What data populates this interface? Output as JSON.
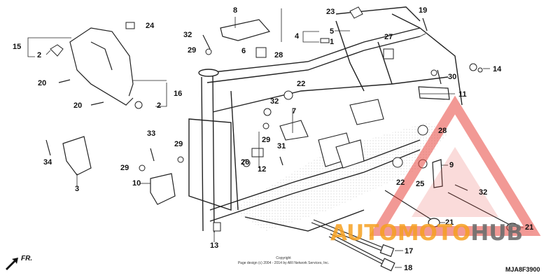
{
  "diagram": {
    "callouts": [
      "1",
      "2",
      "3",
      "5",
      "6",
      "7",
      "8",
      "9",
      "10",
      "11",
      "12",
      "13",
      "14",
      "15",
      "16",
      "17",
      "18",
      "19",
      "20",
      "21",
      "22",
      "23",
      "24",
      "25",
      "26",
      "27",
      "28",
      "29",
      "30",
      "31",
      "32",
      "33",
      "34"
    ],
    "parts": {
      "p1": "1",
      "p2a": "2",
      "p2b": "2",
      "p3": "3",
      "p4": "4",
      "p5": "5",
      "p6": "6",
      "p7": "7",
      "p8": "8",
      "p9": "9",
      "p10": "10",
      "p11": "11",
      "p12": "12",
      "p13": "13",
      "p14": "14",
      "p15": "15",
      "p16": "16",
      "p17": "17",
      "p18": "18",
      "p19": "19",
      "p20a": "20",
      "p20b": "20",
      "p21a": "21",
      "p21b": "21",
      "p22a": "22",
      "p22b": "22",
      "p23": "23",
      "p24": "24",
      "p25": "25",
      "p26": "26",
      "p27": "27",
      "p28a": "28",
      "p28b": "28",
      "p29a": "29",
      "p29b": "29",
      "p29c": "29",
      "p29d": "29",
      "p30": "30",
      "p31": "31",
      "p32a": "32",
      "p32b": "32",
      "p32c": "32",
      "p33": "33",
      "p34": "34"
    },
    "front_label": "FR.",
    "copyright_line1": "Copyright",
    "copyright_line2": "Page design (c) 2004 - 2014 by ARI Network Services, Inc.",
    "diagram_code": "MJA8F3900"
  },
  "watermark": {
    "part_a": "AUTOMOTO",
    "part_b": "HUB",
    "color_a": "#f6a021",
    "color_b": "#6e6e6e",
    "triangle_color": "#e8473f"
  }
}
